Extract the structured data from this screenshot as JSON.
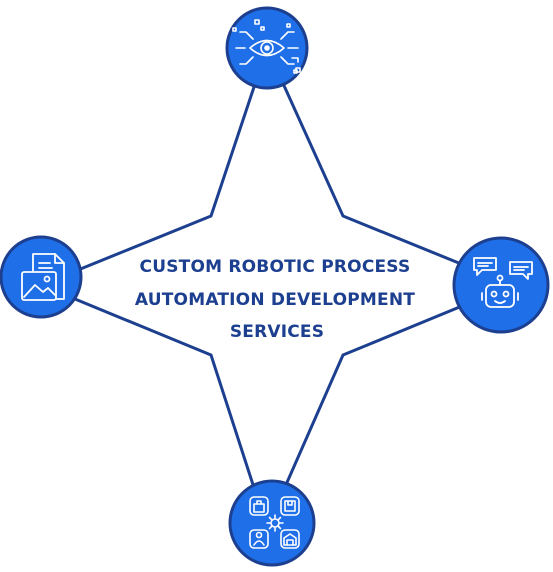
{
  "title_lines": [
    "CUSTOM ROBOTIC PROCESS",
    "AUTOMATION DEVELOPMENT",
    "SERVICES"
  ],
  "nodes": [
    {
      "id": "top",
      "icon": "eye-vision-icon"
    },
    {
      "id": "left",
      "icon": "document-image-icon"
    },
    {
      "id": "right",
      "icon": "chatbot-robot-icon"
    },
    {
      "id": "bottom",
      "icon": "automation-grid-icon"
    }
  ],
  "colors": {
    "line": "#1d3f8f",
    "circle_fill": "#1e6fe8",
    "circle_stroke": "#1d3f8f",
    "icon": "#ffffff",
    "title": "#1d3f8f"
  }
}
